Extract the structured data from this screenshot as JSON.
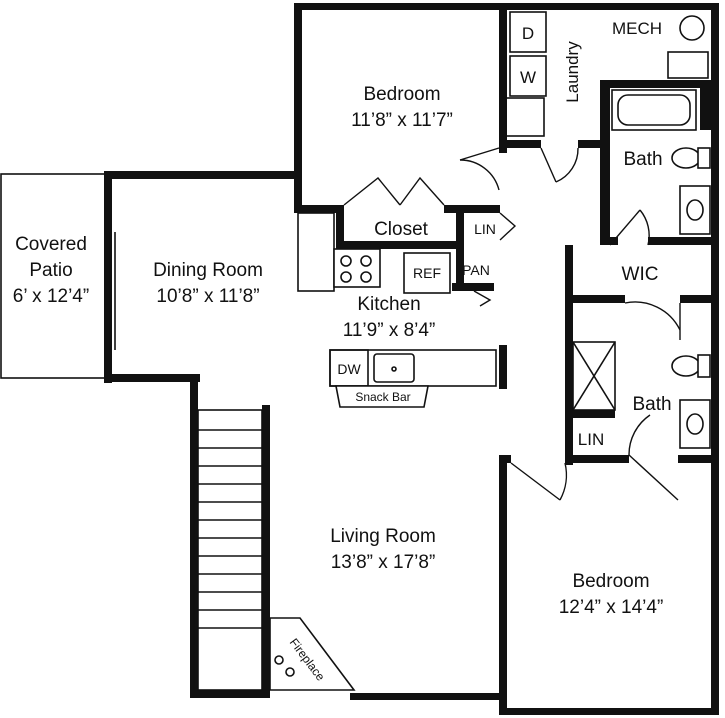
{
  "rooms": {
    "bedroom1": {
      "name": "Bedroom",
      "size": "11’8” x 11’7”"
    },
    "dining": {
      "name": "Dining Room",
      "size": "10’8” x 11’8”"
    },
    "patio": {
      "line1": "Covered",
      "line2": "Patio",
      "size": "6’ x 12’4”"
    },
    "kitchen": {
      "name": "Kitchen",
      "size": "11’9” x 8’4”"
    },
    "living": {
      "name": "Living Room",
      "size": "13’8” x 17’8”"
    },
    "bedroom2": {
      "name": "Bedroom",
      "size": "12’4” x 14’4”"
    }
  },
  "labels": {
    "closet": "Closet",
    "linen_top": "LIN",
    "pantry": "PAN",
    "refrigerator": "REF",
    "dishwasher": "DW",
    "snack_bar": "Snack Bar",
    "laundry": "Laundry",
    "dryer": "D",
    "washer": "W",
    "mech": "MECH",
    "bath_top": "Bath",
    "wic": "WIC",
    "bath_lower": "Bath",
    "linen_lower": "LIN",
    "fireplace": "Fireplace"
  }
}
